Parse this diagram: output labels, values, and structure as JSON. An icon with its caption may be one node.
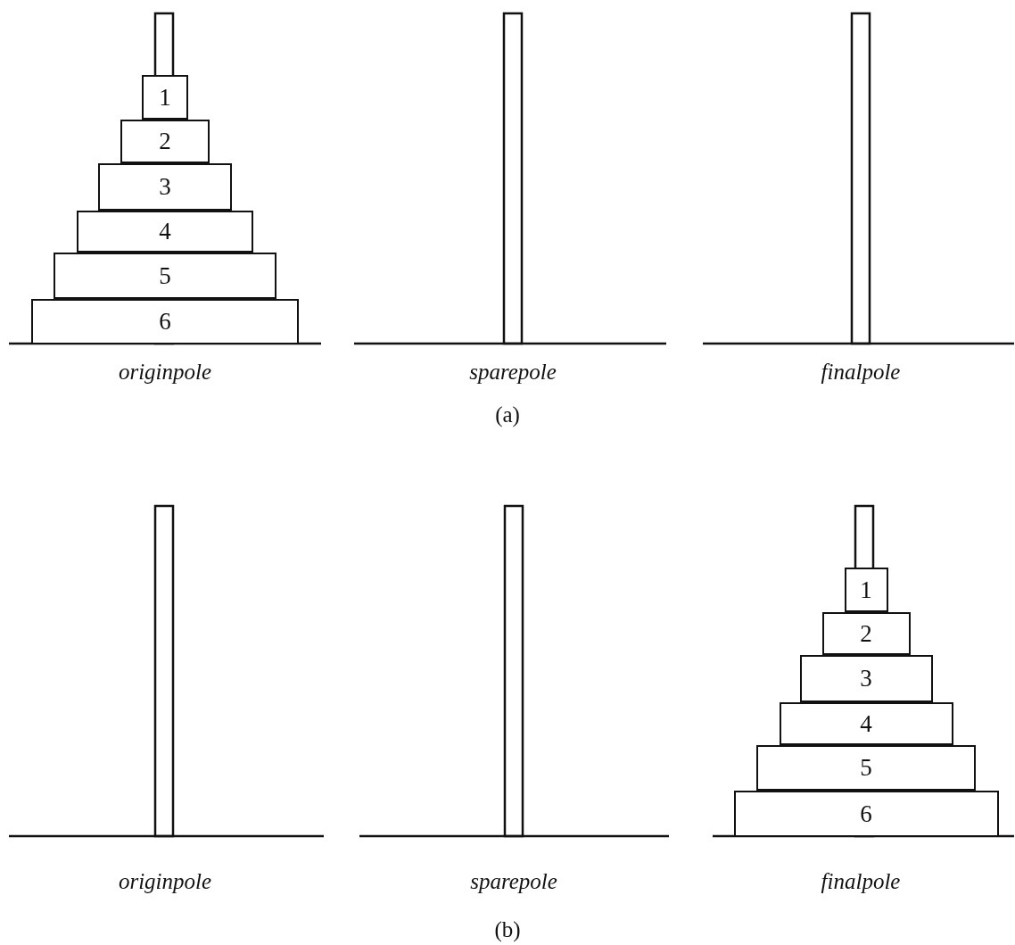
{
  "diagram": {
    "nodes": [
      {
        "text": [
          "1"
        ]
      },
      {
        "text": [
          "2"
        ]
      },
      {
        "text": [
          "3"
        ]
      },
      {
        "text": [
          "4"
        ]
      },
      {
        "text": [
          "5"
        ]
      },
      {
        "text": [
          "6"
        ]
      },
      {
        "text": [
          "1"
        ]
      },
      {
        "text": [
          "2"
        ]
      },
      {
        "text": [
          "3"
        ]
      },
      {
        "text": [
          "4"
        ]
      },
      {
        "text": [
          "5"
        ]
      },
      {
        "text": [
          "6"
        ]
      }
    ],
    "labels": [
      "originpole",
      "sparepole",
      "finalpole",
      "(a)",
      "originpole",
      "sparepole",
      "finalpole",
      "(b)"
    ]
  }
}
